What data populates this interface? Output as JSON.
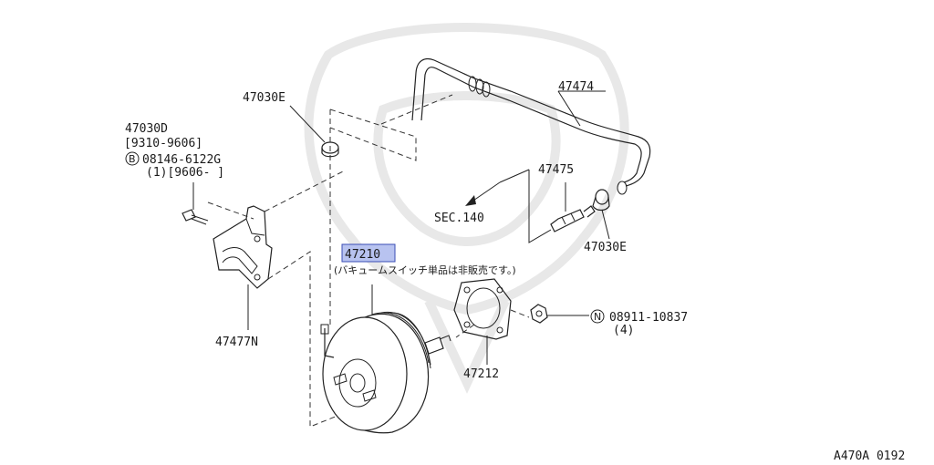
{
  "labels": {
    "hose_clamp_top": "47030E",
    "bracket_clip": "47030D",
    "bracket_clip_date": "[9310-9606]",
    "bolt_symbol": "B",
    "bolt_part": "08146-6122G",
    "bolt_qty_date": "(1)[9606-    ]",
    "vacuum_hose": "47474",
    "check_valve": "47475",
    "section_ref": "SEC.140",
    "hose_clamp_right": "47030E",
    "booster": "47210",
    "booster_note": "(バキュームスイッチ単品は非販売です。)",
    "bracket": "47477N",
    "gasket": "47212",
    "nut_symbol": "N",
    "nut_part": "08911-10837",
    "nut_qty": "(4)",
    "diagram_id": "A470A 0192"
  },
  "colors": {
    "highlight": "#b8c3f0",
    "highlight_border": "#3a4db5",
    "line": "#222222",
    "watermark": "#e6e6e6"
  }
}
